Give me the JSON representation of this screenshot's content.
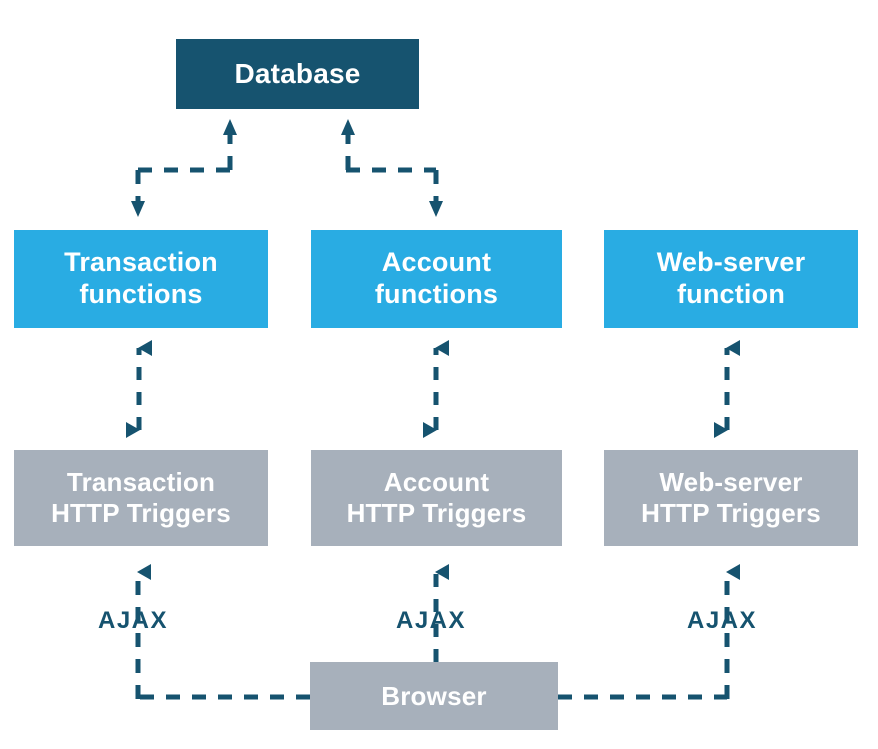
{
  "diagram": {
    "title": "Serverless function architecture diagram",
    "colors": {
      "database_fill": "#16536f",
      "function_fill": "#29ace3",
      "trigger_fill": "#a7b0bb",
      "browser_fill": "#a7b0bb",
      "connector": "#16536f",
      "label_text": "#16536f",
      "node_text": "#ffffff",
      "background": "#ffffff"
    },
    "nodes": {
      "database": {
        "label": "Database"
      },
      "functions": [
        {
          "label_line1": "Transaction",
          "label_line2": "functions"
        },
        {
          "label_line1": "Account",
          "label_line2": "functions"
        },
        {
          "label_line1": "Web-server",
          "label_line2": "function"
        }
      ],
      "triggers": [
        {
          "label_line1": "Transaction",
          "label_line2": "HTTP Triggers"
        },
        {
          "label_line1": "Account",
          "label_line2": "HTTP Triggers"
        },
        {
          "label_line1": "Web-server",
          "label_line2": "HTTP Triggers"
        }
      ],
      "browser": {
        "label": "Browser"
      }
    },
    "edge_labels": [
      {
        "text": "AJAX"
      },
      {
        "text": "AJAX"
      },
      {
        "text": "AJAX"
      }
    ]
  }
}
